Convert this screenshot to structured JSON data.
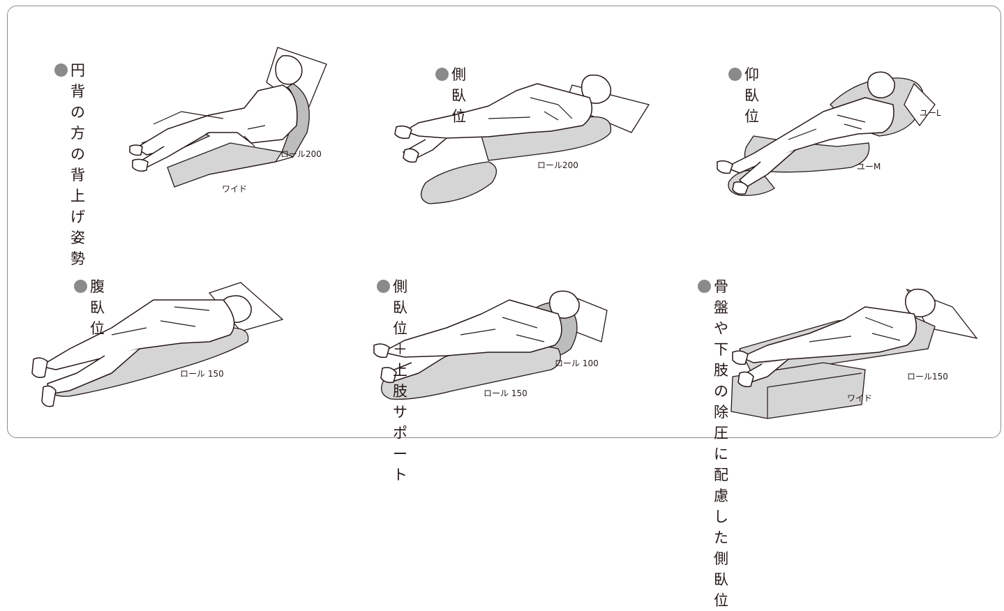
{
  "colors": {
    "frame_border": "#8c8c8c",
    "bullet": "#8a8a8a",
    "cushion": "#d5d5d5",
    "text": "#231815"
  },
  "bullet_icon": "filled-circle",
  "positions": [
    {
      "title": "円背の方の背上げ姿勢",
      "labels": [
        "ロール200",
        "ワイド"
      ]
    },
    {
      "title": "側臥位",
      "labels": [
        "ロール200"
      ]
    },
    {
      "title": "仰臥位",
      "labels": [
        "ユーL",
        "ユーM"
      ]
    },
    {
      "title": "腹臥位",
      "labels": [
        "ロール 150"
      ]
    },
    {
      "title": "側臥位＋上肢サポート",
      "labels": [
        "ロール 100",
        "ロール 150"
      ]
    },
    {
      "title": "骨盤や下肢の除圧に\n配慮した側臥位",
      "labels": [
        "ロール150",
        "ワイド"
      ]
    }
  ]
}
